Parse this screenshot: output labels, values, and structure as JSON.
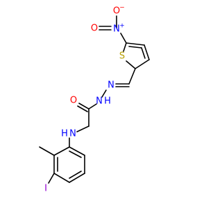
{
  "molecule": {
    "atoms": {
      "nitro_o_top": {
        "text": "O",
        "charge": "−",
        "color": "#ff0000"
      },
      "nitro_n": {
        "text": "N",
        "charge": "+",
        "color": "#0000ff"
      },
      "nitro_o_left": {
        "text": "O",
        "color": "#ff0000"
      },
      "thiophene_s": {
        "text": "S",
        "color": "#b8a000"
      },
      "hydrazone_n1": {
        "text": "N",
        "color": "#0000ff"
      },
      "hydrazone_n2": {
        "text": "N",
        "color": "#0000ff"
      },
      "nh_amide": {
        "text": "H",
        "color": "#0000ff"
      },
      "carbonyl_o": {
        "text": "O",
        "color": "#ff0000"
      },
      "amine_n": {
        "text": "N",
        "color": "#0000ff"
      },
      "amine_h": {
        "text": "H",
        "color": "#0000ff"
      },
      "iodine": {
        "text": "I",
        "color": "#9400d3"
      }
    },
    "colors": {
      "bond": "#000000",
      "oxygen": "#ff0000",
      "nitrogen": "#0000ff",
      "sulfur": "#b8a000",
      "iodine": "#9400d3"
    }
  }
}
